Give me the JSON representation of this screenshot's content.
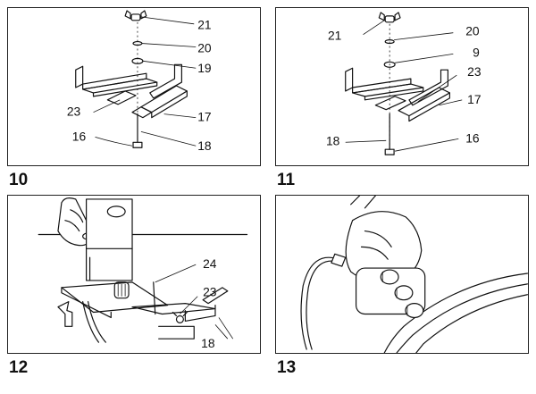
{
  "figures": [
    {
      "number": "10",
      "callouts": [
        "21",
        "20",
        "19",
        "23",
        "17",
        "16",
        "18"
      ]
    },
    {
      "number": "11",
      "callouts": [
        "21",
        "20",
        "9",
        "23",
        "17",
        "18",
        "16"
      ]
    },
    {
      "number": "12",
      "callouts": [
        "24",
        "23",
        "18"
      ]
    },
    {
      "number": "13",
      "callouts": []
    }
  ],
  "colors": {
    "ink": "#111111",
    "paper": "#ffffff"
  }
}
